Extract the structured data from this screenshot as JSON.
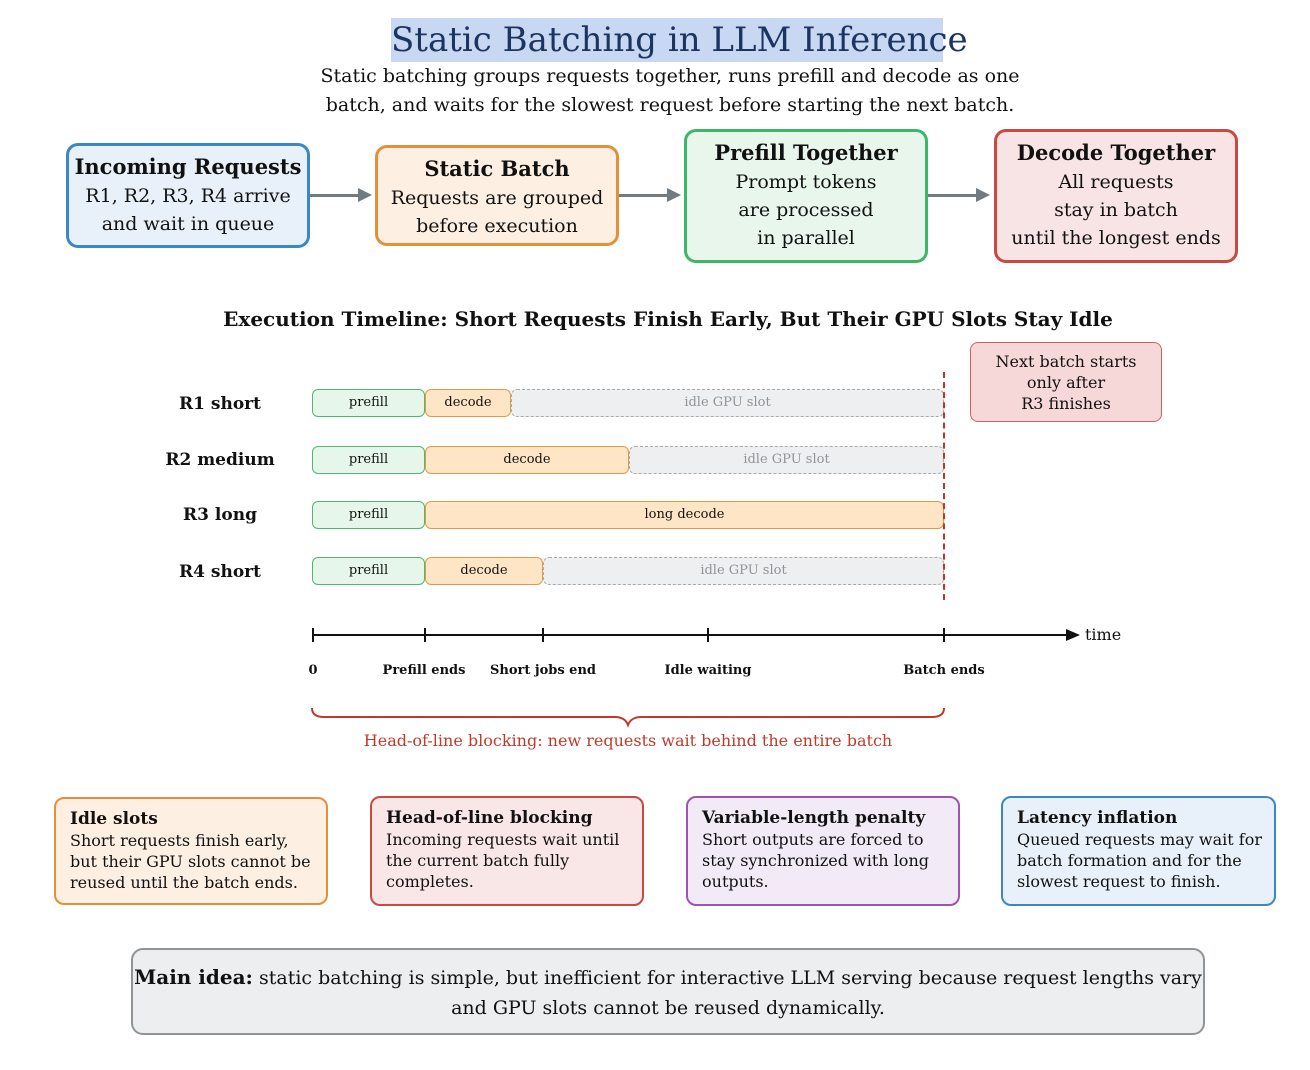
{
  "title": "Static Batching in LLM Inference",
  "subtitle_line1": "Static batching groups requests together, runs prefill and decode as one",
  "subtitle_line2": "batch, and waits for the slowest request before starting the next batch.",
  "flow": [
    {
      "title": "Incoming Requests",
      "text": "R1, R2, R3, R4 arrive\nand wait in queue",
      "fill": "#e8f1f9",
      "border": "#3a87c6"
    },
    {
      "title": "Static Batch",
      "text": "Requests are grouped\nbefore execution",
      "fill": "#fdf0e3",
      "border": "#e48f3a"
    },
    {
      "title": "Prefill Together",
      "text": "Prompt tokens\nare processed\nin parallel",
      "fill": "#e8f6ec",
      "border": "#3cb767"
    },
    {
      "title": "Decode Together",
      "text": "All requests\nstay in batch\nuntil the longest ends",
      "fill": "#f8e4e4",
      "border": "#c94a42"
    }
  ],
  "timeline_title": "Execution Timeline: Short Requests Finish Early, But Their GPU Slots Stay Idle",
  "rows": [
    {
      "label": "R1 short",
      "prefill": "prefill",
      "decode": "decode",
      "idle": "idle GPU slot"
    },
    {
      "label": "R2 medium",
      "prefill": "prefill",
      "decode": "decode",
      "idle": "idle GPU slot"
    },
    {
      "label": "R3 long",
      "prefill": "prefill",
      "decode": "long decode",
      "idle": ""
    },
    {
      "label": "R4 short",
      "prefill": "prefill",
      "decode": "decode",
      "idle": "idle GPU slot"
    }
  ],
  "batch_note": "Next batch starts\nonly after\nR3 finishes",
  "axis": {
    "time_label": "time",
    "ticks": [
      "0",
      "Prefill ends",
      "Short jobs end",
      "Idle waiting",
      "Batch ends"
    ]
  },
  "hol_label": "Head-of-line blocking: new requests wait behind the entire batch",
  "cards": [
    {
      "title": "Idle slots",
      "text": "Short requests finish early, but their GPU slots cannot be reused until the batch ends.",
      "fill": "#fdf0e3",
      "border": "#e48f3a"
    },
    {
      "title": "Head-of-line blocking",
      "text": "Incoming requests wait until the current batch fully completes.",
      "fill": "#f9e7e7",
      "border": "#c94a42"
    },
    {
      "title": "Variable-length penalty",
      "text": "Short outputs are forced to stay synchronized with long outputs.",
      "fill": "#f2eaf7",
      "border": "#9a55b5"
    },
    {
      "title": "Latency inflation",
      "text": "Queued requests may wait for batch formation and for the slowest request to finish.",
      "fill": "#e8f1f9",
      "border": "#3a87c6"
    }
  ],
  "main_idea": {
    "label": "Main idea:",
    "text": "static batching is simple, but inefficient for interactive LLM serving because request lengths vary and GPU slots cannot be reused dynamically."
  }
}
